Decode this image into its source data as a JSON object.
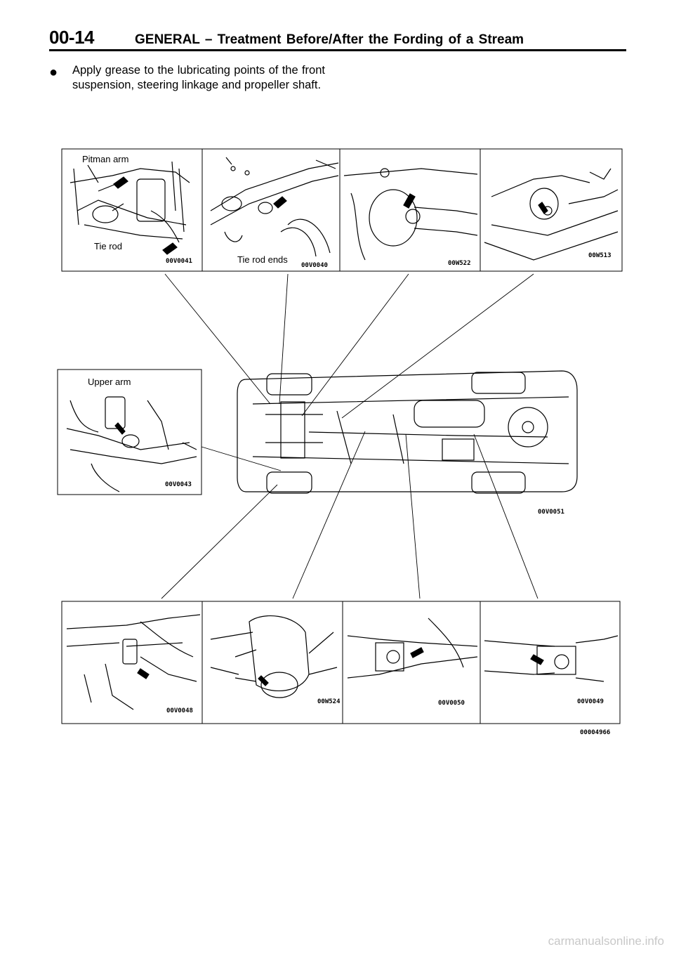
{
  "header": {
    "page_number": "00-14",
    "title": "GENERAL – Treatment Before/After the Fording of a Stream"
  },
  "body": {
    "bullet_symbol": "●",
    "bullet_text": "Apply grease to the lubricating points of the front suspension, steering linkage and propeller shaft."
  },
  "figure": {
    "top_panels": [
      {
        "code": "00V0041",
        "labels": [
          "Pitman arm",
          "Tie rod"
        ]
      },
      {
        "code": "00V0040",
        "labels": [
          "Tie rod ends"
        ]
      },
      {
        "code": "00W522",
        "labels": []
      },
      {
        "code": "00W513",
        "labels": []
      }
    ],
    "left_panel": {
      "code": "00V0043",
      "label": "Upper arm"
    },
    "center_code": "00V0051",
    "bottom_panels": [
      {
        "code": "00V0048"
      },
      {
        "code": "00W524"
      },
      {
        "code": "00V0050"
      },
      {
        "code": "00V0049"
      }
    ],
    "figure_code": "00004966"
  },
  "footer": {
    "watermark": "carmanualsonline.info"
  },
  "colors": {
    "ink": "#000000",
    "watermark": "#c8c8c8"
  }
}
